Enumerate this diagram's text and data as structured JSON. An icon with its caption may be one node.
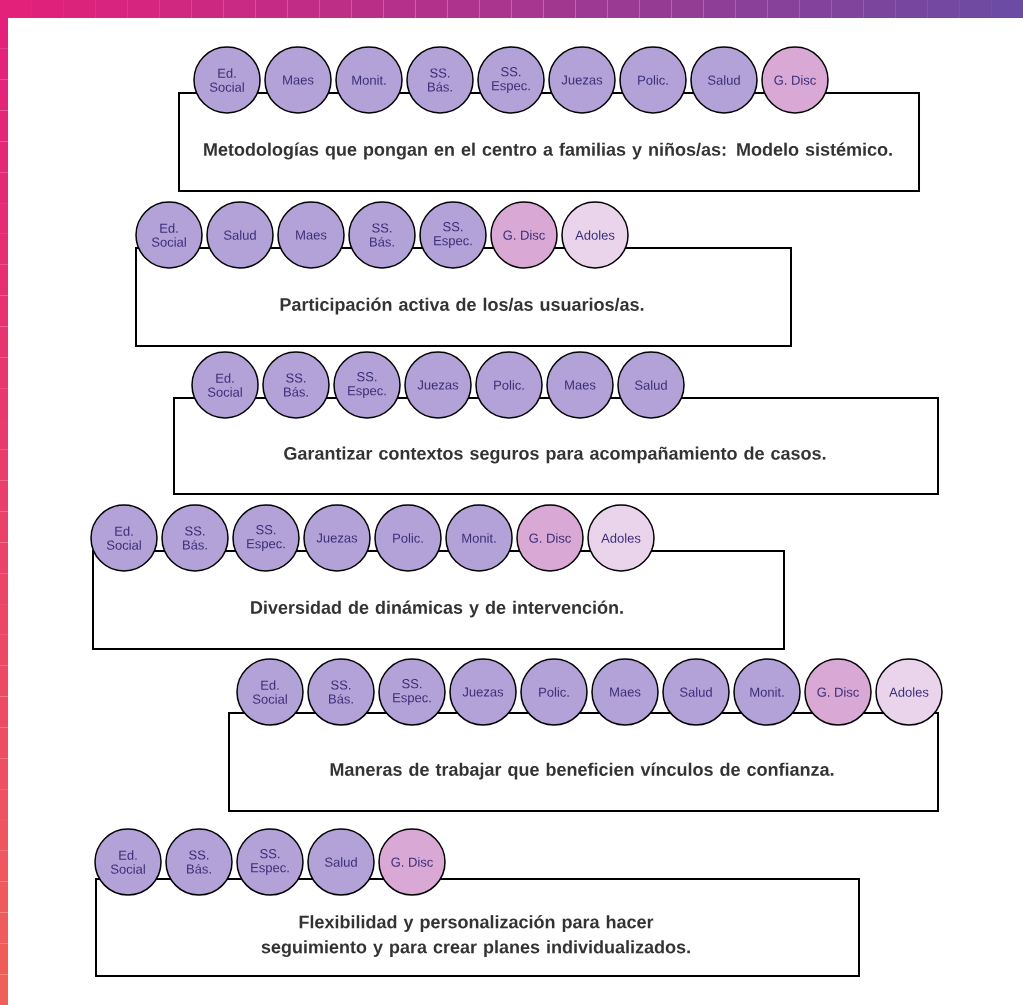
{
  "diagram": {
    "nodes": [
      {
        "text": [
          "Ed. Social"
        ]
      },
      {
        "text": [
          "Maes"
        ]
      },
      {
        "text": [
          "Monit."
        ]
      },
      {
        "text": [
          "SS. Bás."
        ]
      },
      {
        "text": [
          "SS. Espec."
        ]
      },
      {
        "text": [
          "Juezas"
        ]
      },
      {
        "text": [
          "Polic."
        ]
      },
      {
        "text": [
          "Salud"
        ]
      },
      {
        "text": [
          "G. Disc"
        ]
      },
      {
        "text": [
          "Metodologías que pongan en el centro a familias y niños/as: Modelo sistémico."
        ]
      },
      {
        "text": [
          "Ed. Social"
        ]
      },
      {
        "text": [
          "Salud"
        ]
      },
      {
        "text": [
          "Maes"
        ]
      },
      {
        "text": [
          "SS. Bás."
        ]
      },
      {
        "text": [
          "SS. Espec."
        ]
      },
      {
        "text": [
          "G. Disc"
        ]
      },
      {
        "text": [
          "Adoles"
        ]
      },
      {
        "text": [
          "Participación activa de los/as usuarios/as."
        ]
      },
      {
        "text": [
          "Ed. Social"
        ]
      },
      {
        "text": [
          "SS. Bás."
        ]
      },
      {
        "text": [
          "SS. Espec."
        ]
      },
      {
        "text": [
          "Juezas"
        ]
      },
      {
        "text": [
          "Polic."
        ]
      },
      {
        "text": [
          "Maes"
        ]
      },
      {
        "text": [
          "Salud"
        ]
      },
      {
        "text": [
          "Garantizar contextos seguros para acompañamiento de casos."
        ]
      },
      {
        "text": [
          "Ed. Social"
        ]
      },
      {
        "text": [
          "SS. Bás."
        ]
      },
      {
        "text": [
          "SS. Espec."
        ]
      },
      {
        "text": [
          "Juezas"
        ]
      },
      {
        "text": [
          "Polic."
        ]
      },
      {
        "text": [
          "Monit."
        ]
      },
      {
        "text": [
          "G. Disc"
        ]
      },
      {
        "text": [
          "Adoles"
        ]
      },
      {
        "text": [
          "Diversidad de dinámicas y de intervención."
        ]
      },
      {
        "text": [
          "Ed. Social"
        ]
      },
      {
        "text": [
          "SS. Bás."
        ]
      },
      {
        "text": [
          "SS. Espec."
        ]
      },
      {
        "text": [
          "Juezas"
        ]
      },
      {
        "text": [
          "Polic."
        ]
      },
      {
        "text": [
          "Maes"
        ]
      },
      {
        "text": [
          "Salud"
        ]
      },
      {
        "text": [
          "Monit."
        ]
      },
      {
        "text": [
          "G. Disc"
        ]
      },
      {
        "text": [
          "Adoles"
        ]
      },
      {
        "text": [
          "Maneras de trabajar que beneficien vínculos de confianza."
        ]
      },
      {
        "text": [
          "Ed. Social"
        ]
      },
      {
        "text": [
          "SS. Bás."
        ]
      },
      {
        "text": [
          "SS. Espec."
        ]
      },
      {
        "text": [
          "Salud"
        ]
      },
      {
        "text": [
          "G. Disc"
        ]
      },
      {
        "text": [
          "Flexibilidad y personalización para hacer seguimiento y para crear planes individualizados."
        ]
      }
    ]
  }
}
